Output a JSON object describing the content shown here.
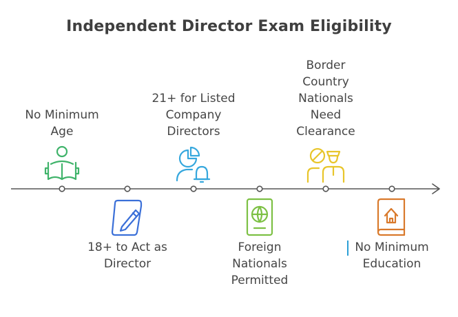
{
  "title": "Independent Director Exam Eligibility",
  "items": [
    {
      "label": "No Minimum\nAge",
      "position": "above",
      "icon": "person-reading-book-icon",
      "color": "#3fb36a"
    },
    {
      "label": "18+ to Act as\nDirector",
      "position": "below",
      "icon": "pen-on-document-icon",
      "color": "#3a6fd8"
    },
    {
      "label": "21+ for Listed\nCompany\nDirectors",
      "position": "above",
      "icon": "pie-chart-bell-icon",
      "color": "#35a7dd"
    },
    {
      "label": "Foreign\nNationals\nPermitted",
      "position": "below",
      "icon": "globe-passport-icon",
      "color": "#7cc043"
    },
    {
      "label": "Border\nCountry\nNationals\nNeed\nClearance",
      "position": "above",
      "icon": "prohibited-officer-icon",
      "color": "#e8c52a"
    },
    {
      "label": "No Minimum\nEducation",
      "position": "below",
      "icon": "house-book-icon",
      "color": "#d9792b"
    }
  ]
}
